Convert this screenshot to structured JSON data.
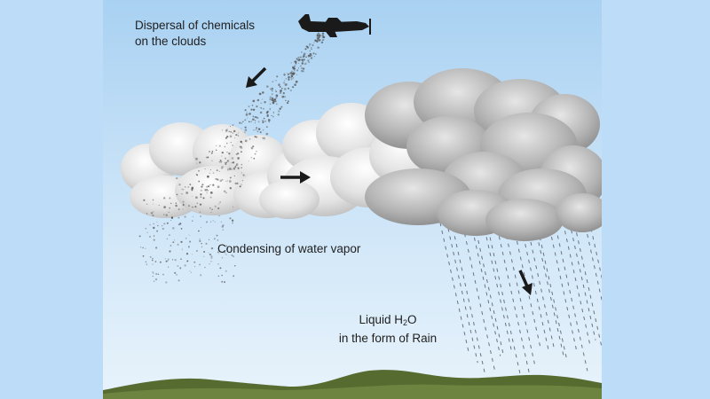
{
  "labels": {
    "dispersal_line1": "Dispersal of chemicals",
    "dispersal_line2": "on the clouds",
    "condensing": "Condensing of water vapor",
    "rain_line1_pre": "Liquid H",
    "rain_line1_sub": "2",
    "rain_line1_post": "O",
    "rain_line2": "in the form of Rain"
  },
  "colors": {
    "page_background": "#bcdcf7",
    "sky_top": "#a9d1f2",
    "sky_bottom": "#e8f3fb",
    "cloud_light": "#f2f2f2",
    "cloud_mid": "#cfcfcf",
    "cloud_dark": "#8e8e8e",
    "ground": "#566b30",
    "aircraft": "#1a1a1a",
    "particles": "#555555",
    "rain": "#6a7480",
    "arrow": "#1a1a1a"
  },
  "icons": [
    "airplane-icon",
    "arrow-down-left-icon",
    "arrow-right-icon",
    "arrow-down-icon"
  ]
}
